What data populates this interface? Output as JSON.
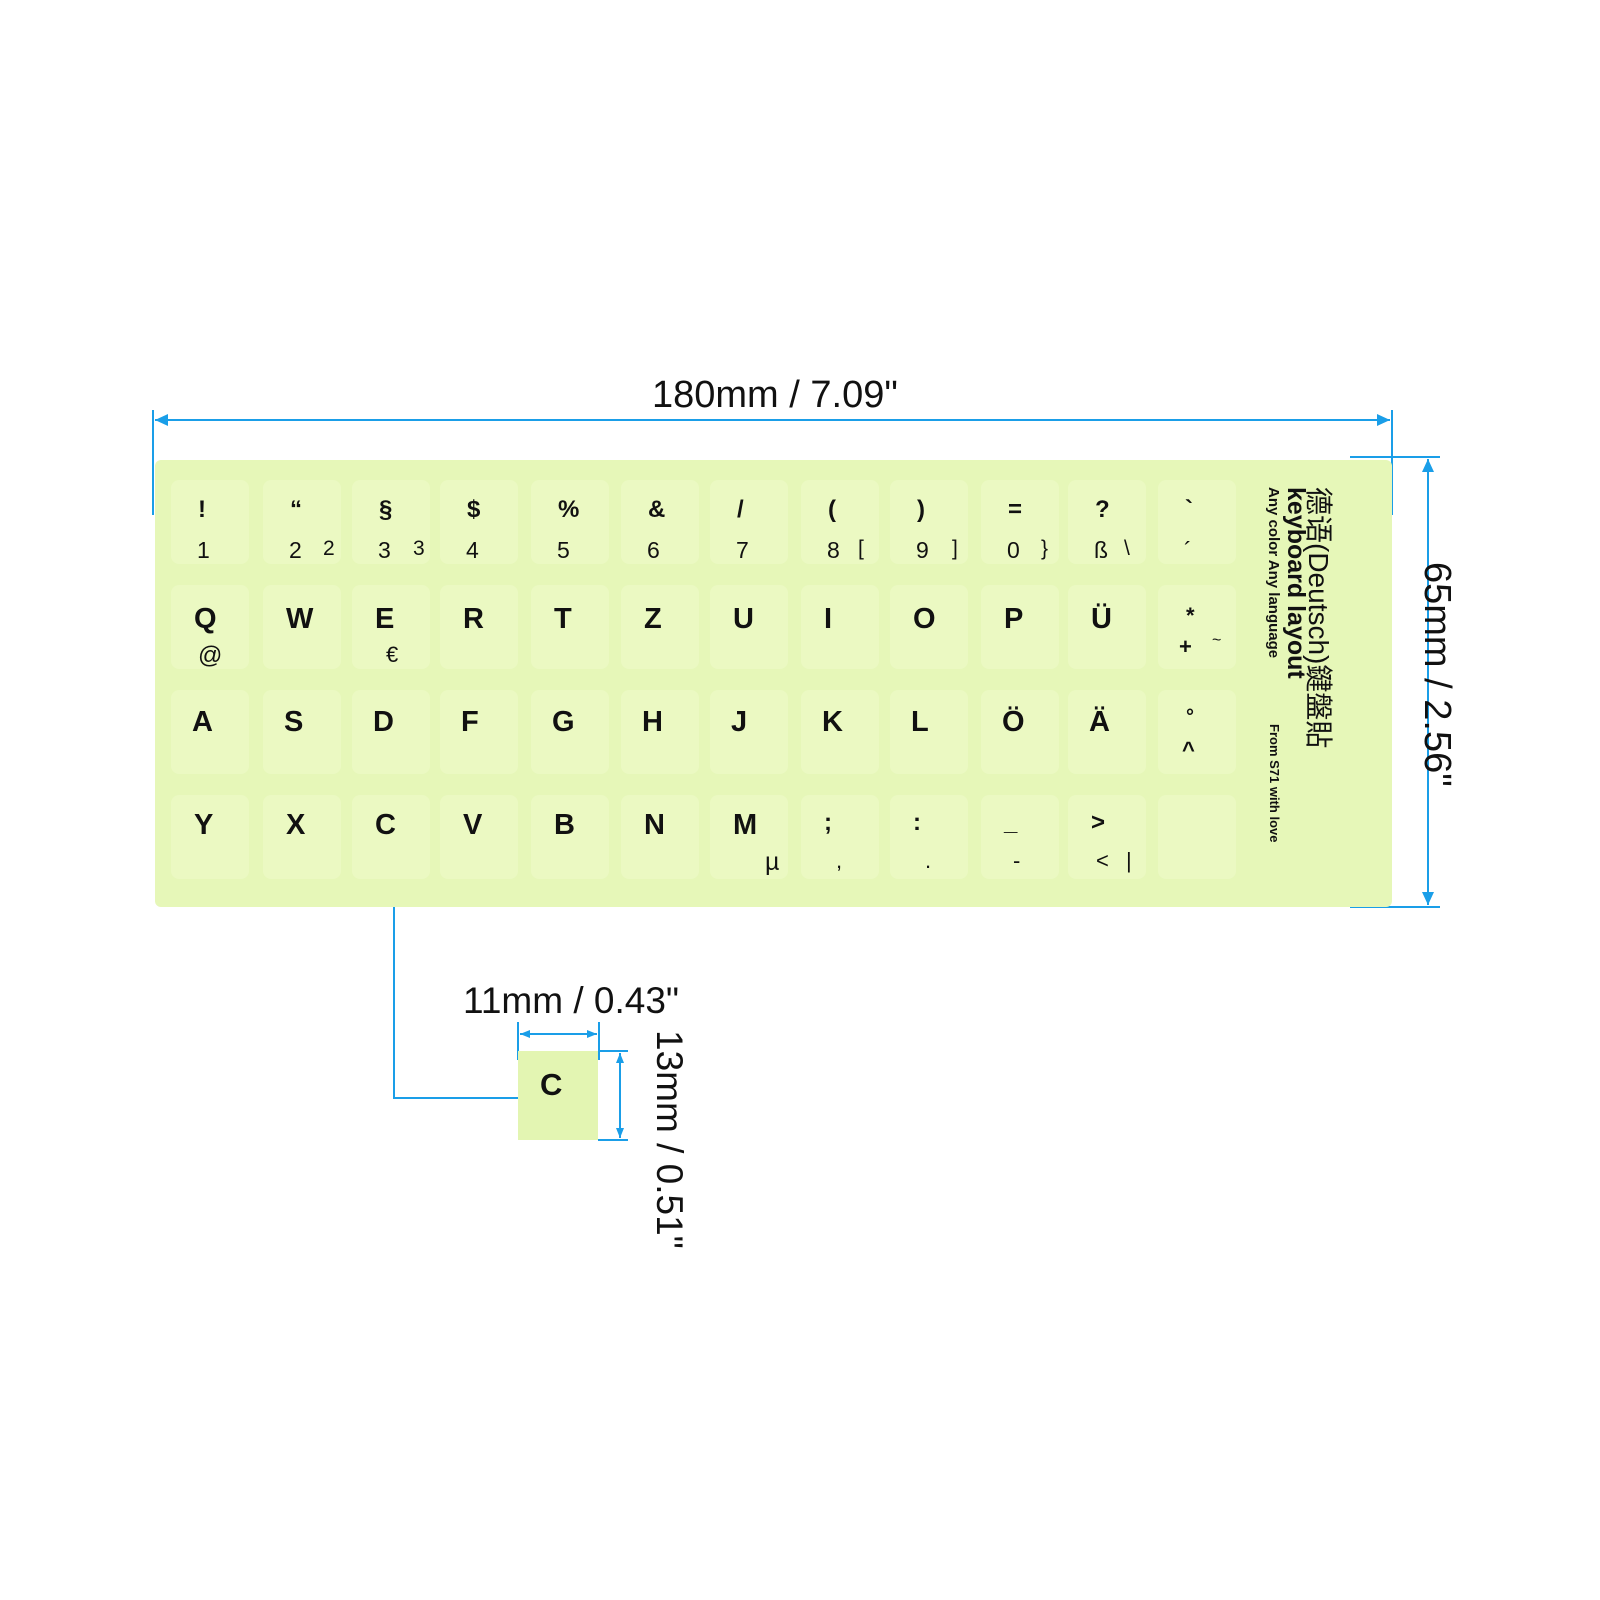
{
  "dimensions": {
    "width_label": "180mm / 7.09\"",
    "height_label": "65mm / 2.56\"",
    "key_width_label": "11mm / 0.43\"",
    "key_height_label": "13mm / 0.51\""
  },
  "sheet": {
    "title_chinese": "德语(Deutsch)鍵盤貼",
    "title_english": "keyboard layout",
    "subtitle": "Any color Any language",
    "footer": "From S71 with love"
  },
  "keys": {
    "number_row_upper": [
      "!",
      "“",
      "§",
      "$",
      "%",
      "&",
      "/",
      "(",
      ")",
      "=",
      "?",
      "`"
    ],
    "number_row_lower": [
      "1",
      "2",
      "3",
      "4",
      "5",
      "6",
      "7",
      "8",
      "9",
      "0",
      "ß",
      "´"
    ],
    "number_row_alt": [
      "",
      "2",
      "3",
      "",
      "",
      "",
      "",
      "[",
      "]",
      "}",
      "\\",
      ""
    ],
    "row_q": [
      "Q",
      "W",
      "E",
      "R",
      "T",
      "Z",
      "U",
      "I",
      "O",
      "P",
      "Ü",
      "*"
    ],
    "row_q_alt": [
      "@",
      "€",
      "+",
      "~"
    ],
    "row_a": [
      "A",
      "S",
      "D",
      "F",
      "G",
      "H",
      "J",
      "K",
      "L",
      "Ö",
      "Ä",
      "°"
    ],
    "row_a_alt": [
      "^"
    ],
    "row_y": [
      "Y",
      "X",
      "C",
      "V",
      "B",
      "N",
      "M",
      ";",
      ":",
      "_",
      ">"
    ],
    "row_y_lower": [
      "µ",
      ",",
      ".",
      "-",
      "<",
      "|"
    ]
  },
  "zoom_key": {
    "label": "C"
  },
  "colors": {
    "sheet": "#e6f7b8",
    "dimension_line": "#1a9ee8",
    "text": "#111111"
  }
}
